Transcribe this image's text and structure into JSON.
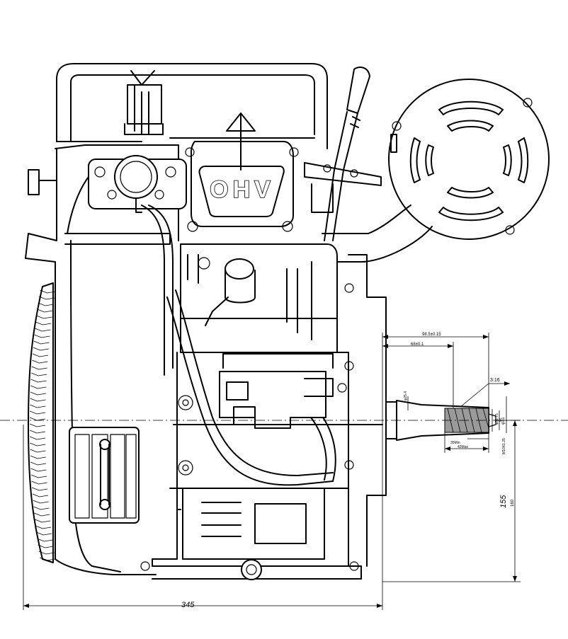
{
  "drawing": {
    "engine_badge": "OHV",
    "dimensions": {
      "overall_width": "345",
      "crank_height": "155",
      "crank_height_sub": "160",
      "shaft_length": "98.5±0.15",
      "shaft_taper_start": "68±0.1",
      "taper_ratio": "3:16",
      "thread_min_length": "35Min",
      "thread_max_length": "42Max",
      "thread_size": "M10X1.25",
      "bore_small": "φ25.4",
      "bore_large": "φ31.75",
      "step_width": "8",
      "slot_width": "φ31"
    },
    "colors": {
      "line": "#000000",
      "paper": "#ffffff",
      "section_fill": "#9a9a9a"
    }
  }
}
